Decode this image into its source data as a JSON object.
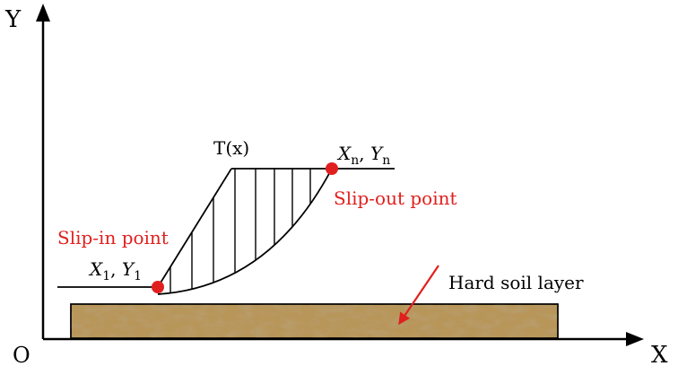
{
  "axes": {
    "origin_label": "O",
    "x_label": "X",
    "y_label": "Y"
  },
  "labels": {
    "crest": "T(x)",
    "slip_in": "Slip-in point",
    "slip_out": "Slip-out point",
    "start_point_var": "X",
    "start_point_sub": "1",
    "start_point_sep": ", ",
    "start_point_var2": "Y",
    "start_point_sub2": "1",
    "end_point_var": "X",
    "end_point_sub": "n",
    "end_point_sep": ", ",
    "end_point_var2": "Y",
    "end_point_sub2": "n",
    "hard_soil": "Hard soil layer"
  },
  "colors": {
    "ink": "#000000",
    "highlight": "#e0201e",
    "soil_base": "#b89558",
    "soil_dark": "#7a5a2c",
    "soil_light": "#dcc497"
  }
}
